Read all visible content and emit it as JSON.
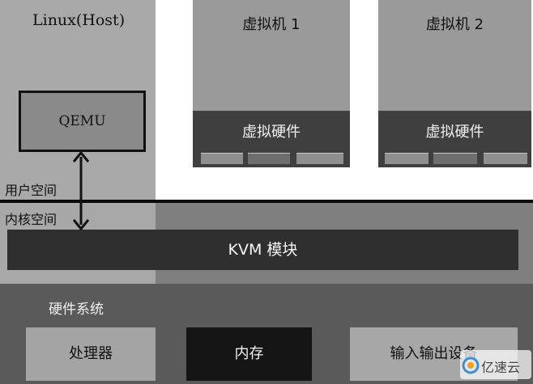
{
  "host": {
    "title": "Linux(Host)",
    "qemu_label": "QEMU"
  },
  "vms": [
    {
      "title": "虚拟机 1",
      "virtual_hw_label": "虚拟硬件"
    },
    {
      "title": "虚拟机 2",
      "virtual_hw_label": "虚拟硬件"
    }
  ],
  "spaces": {
    "user": "用户空间",
    "kernel": "内核空间"
  },
  "kvm_label": "KVM 模块",
  "hardware": {
    "title": "硬件系统",
    "cpu": "处理器",
    "memory": "内存",
    "io": "输入输出设备"
  },
  "watermark": {
    "text": "亿速云"
  },
  "colors": {
    "dark": "#2f2f2f",
    "mid": "#7f7f7f",
    "light": "#a9a9a9"
  }
}
